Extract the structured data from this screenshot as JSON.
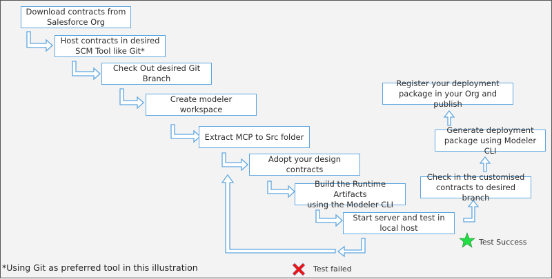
{
  "steps": [
    {
      "id": "s1",
      "text": "Download contracts from\nSalesforce Org"
    },
    {
      "id": "s2",
      "text": "Host contracts in desired\nSCM Tool like Git*"
    },
    {
      "id": "s3",
      "text": "Check Out desired Git\nBranch"
    },
    {
      "id": "s4",
      "text": "Create modeler workspace"
    },
    {
      "id": "s5",
      "text": "Extract MCP to Src folder"
    },
    {
      "id": "s6",
      "text": "Adopt your design\ncontracts"
    },
    {
      "id": "s7",
      "text": "Build the Runtime Artifacts\nusing the Modeler CLI"
    },
    {
      "id": "s8",
      "text": "Start server and test in\nlocal host"
    },
    {
      "id": "s9",
      "text": "Check in the customised\ncontracts to desired branch"
    },
    {
      "id": "s10",
      "text": "Generate deployment\npackage using Modeler CLI"
    },
    {
      "id": "s11",
      "text": "Register your deployment\npackage in your Org and publish"
    }
  ],
  "legend": {
    "success": {
      "label": "Test Success",
      "icon": "star-icon",
      "color": "#22dd44"
    },
    "failed": {
      "label": "Test failed",
      "icon": "cross-icon",
      "color": "#ee1111"
    }
  },
  "footnote": "*Using Git as preferred tool in this illustration",
  "colors": {
    "accent": "#5ea6e0",
    "background": "#f3f3f3"
  }
}
